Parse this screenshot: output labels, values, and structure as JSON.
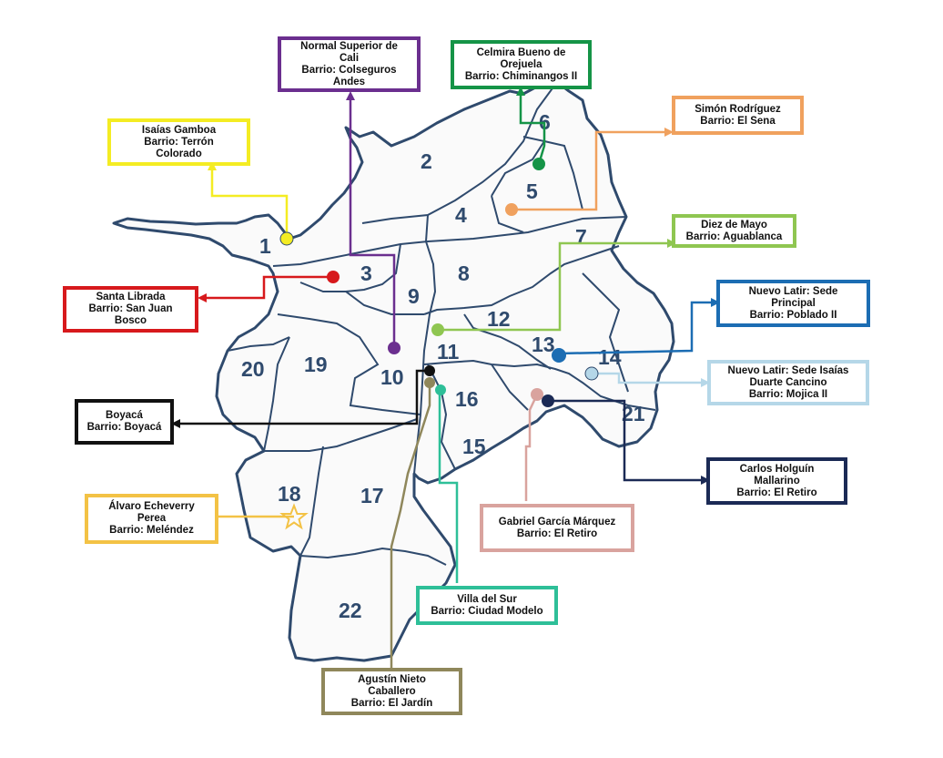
{
  "communes": {
    "c1": "1",
    "c2": "2",
    "c3": "3",
    "c4": "4",
    "c5": "5",
    "c6": "6",
    "c7": "7",
    "c8": "8",
    "c9": "9",
    "c10": "10",
    "c11": "11",
    "c12": "12",
    "c13": "13",
    "c14": "14",
    "c15": "15",
    "c16": "16",
    "c17": "17",
    "c18": "18",
    "c19": "19",
    "c20": "20",
    "c21": "21",
    "c22": "22"
  },
  "schools": {
    "normal": {
      "lines": [
        "Normal Superior de",
        "Cali",
        "Barrio: Colseguros",
        "Andes"
      ],
      "color": "#6b2f8f"
    },
    "celmira": {
      "lines": [
        "Celmira Bueno de",
        "Orejuela",
        "Barrio: Chiminangos II"
      ],
      "color": "#159447"
    },
    "isaias": {
      "lines": [
        "Isaías Gamboa",
        "Barrio: Terrón",
        "Colorado"
      ],
      "color": "#f4ec23"
    },
    "simon": {
      "lines": [
        "Simón Rodríguez",
        "Barrio: El Sena"
      ],
      "color": "#f0a15e"
    },
    "diez": {
      "lines": [
        "Diez de Mayo",
        "Barrio: Aguablanca"
      ],
      "color": "#8fc651"
    },
    "santa": {
      "lines": [
        "Santa Librada",
        "Barrio: San Juan",
        "Bosco"
      ],
      "color": "#d7191c"
    },
    "nuevo_principal": {
      "lines": [
        "Nuevo Latir: Sede",
        "Principal",
        "Barrio: Poblado II"
      ],
      "color": "#1c6db3"
    },
    "nuevo_isaias": {
      "lines": [
        "Nuevo Latir: Sede Isaías",
        "Duarte Cancino",
        "Barrio: Mojica II"
      ],
      "color": "#b5d7e8"
    },
    "boyaca": {
      "lines": [
        "Boyacá",
        "Barrio: Boyacá"
      ],
      "color": "#111111"
    },
    "carlos": {
      "lines": [
        "Carlos Holguín",
        "Mallarino",
        "Barrio: El Retiro"
      ],
      "color": "#1b2a55"
    },
    "alvaro": {
      "lines": [
        "Álvaro Echeverry",
        "Perea",
        "Barrio: Meléndez"
      ],
      "color": "#f3c245"
    },
    "gabriel": {
      "lines": [
        "Gabriel García Márquez",
        "Barrio: El Retiro"
      ],
      "color": "#d9a39e"
    },
    "villa": {
      "lines": [
        "Villa del Sur",
        "Barrio: Ciudad Modelo"
      ],
      "color": "#2ebf98"
    },
    "agustin": {
      "lines": [
        "Agustín Nieto",
        "Caballero",
        "Barrio: El Jardín"
      ],
      "color": "#8f875b"
    }
  },
  "styles": {
    "map_fill": "#fafafa",
    "map_border": "#2f4a6d",
    "number_color": "#2f4a6d"
  }
}
